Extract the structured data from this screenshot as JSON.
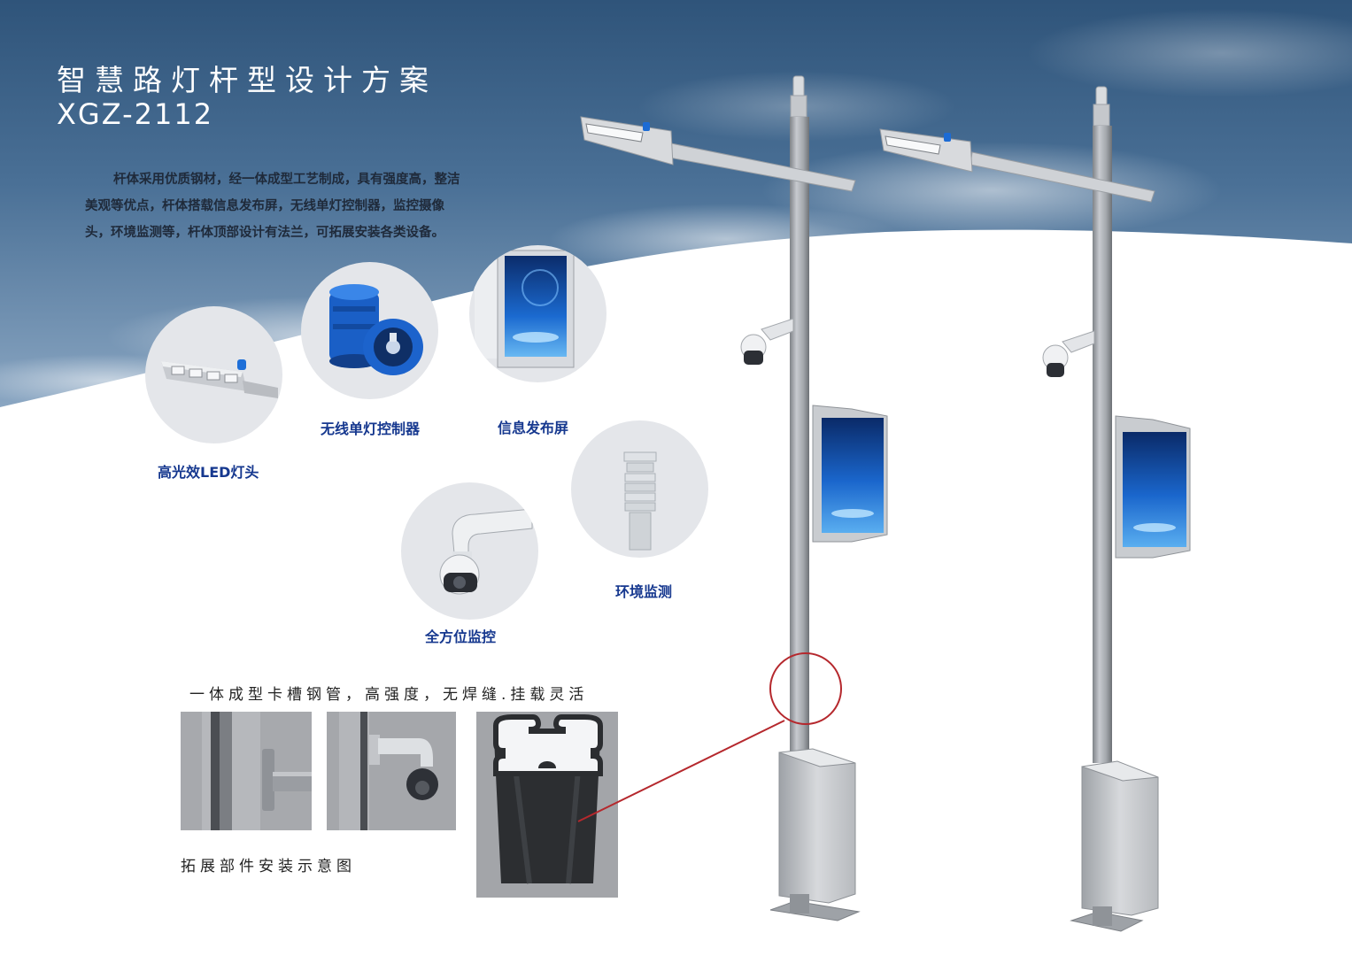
{
  "header": {
    "title": "智慧路灯杆型设计方案",
    "model": "XGZ-2112"
  },
  "description": "杆体采用优质钢材，经一体成型工艺制成，具有强度高，整洁美观等优点，杆体搭载信息发布屏，无线单灯控制器，监控摄像头，环境监测等，杆体顶部设计有法兰，可拓展安装各类设备。",
  "components": [
    {
      "label": "高光效LED灯头",
      "icon": "led-lamp-head-icon"
    },
    {
      "label": "无线单灯控制器",
      "icon": "wireless-controller-icon"
    },
    {
      "label": "信息发布屏",
      "icon": "info-display-screen-icon"
    },
    {
      "label": "环境监测",
      "icon": "environment-sensor-icon"
    },
    {
      "label": "全方位监控",
      "icon": "ptz-camera-icon"
    }
  ],
  "captions": {
    "pipe": "一体成型卡槽钢管，高强度，无焊缝.挂载灵活",
    "mounting": "拓展部件安装示意图"
  },
  "colors": {
    "sky": "#3f6488",
    "label_blue": "#16388f",
    "highlight_ring": "#b5282d",
    "pole_gray": "#a5a8ad"
  }
}
